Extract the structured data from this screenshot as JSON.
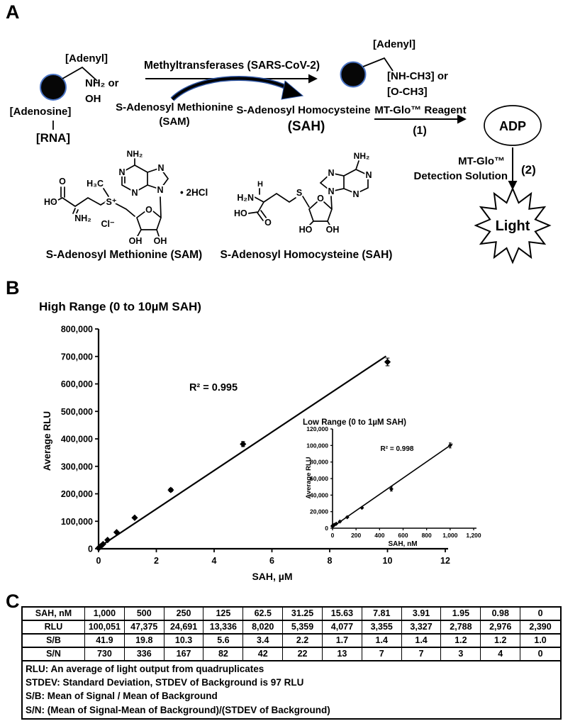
{
  "panels": {
    "a": "A",
    "b": "B",
    "c": "C"
  },
  "panelA": {
    "substrate": {
      "adenyl": "[Adenyl]",
      "nh2_or": "NH₂ or",
      "oh": "OH",
      "adenosine": "[Adenosine]",
      "pipe": "|",
      "rna": "[RNA]"
    },
    "reaction": {
      "enzyme_label": "Methyltransferases (SARS-CoV-2)",
      "sam_line1": "S-Adenosyl Methionine",
      "sam_line2": "(SAM)",
      "sah_line1": "S-Adenosyl Homocysteine",
      "sah_line2": "(SAH)"
    },
    "product": {
      "adenyl": "[Adenyl]",
      "nhch3_or": "[NH-CH3] or",
      "och3": "[O-CH3]"
    },
    "glo": {
      "reagent": "MT-Glo™ Reagent",
      "step1": "(1)",
      "adp": "ADP",
      "detection_line1": "MT-Glo™",
      "detection_line2": "Detection Solution",
      "step2": "(2)",
      "light": "Light"
    },
    "chem": {
      "N": "N",
      "NH2": "NH₂",
      "H2N": "H₂N",
      "H3C": "H₃C",
      "S_plus": "S⁺",
      "S": "S",
      "O": "O",
      "OH": "OH",
      "HO": "HO",
      "Cl": "Cl⁻",
      "H": "H",
      "hcl": "• 2HCl"
    },
    "captions": {
      "sam": "S-Adenosyl Methionine (SAM)",
      "sah": "S-Adenosyl Homocysteine (SAH)"
    }
  },
  "chart_data": [
    {
      "type": "scatter",
      "title": "High Range (0 to 10µM SAH)",
      "xlabel": "SAH, µM",
      "ylabel": "Average RLU",
      "xlim": [
        0,
        12
      ],
      "xtick_step": 2,
      "ylim": [
        0,
        800000
      ],
      "ytick_step": 100000,
      "annotation": "R² = 0.995",
      "grid": false,
      "points": [
        [
          0,
          2400
        ],
        [
          0.0098,
          3000
        ],
        [
          0.0195,
          4200
        ],
        [
          0.039,
          6000
        ],
        [
          0.078,
          9500
        ],
        [
          0.156,
          17000
        ],
        [
          0.3125,
          32000
        ],
        [
          0.625,
          60000
        ],
        [
          1.25,
          113000
        ],
        [
          2.5,
          214000,
          6000
        ],
        [
          5,
          381000,
          9000
        ],
        [
          10,
          680000,
          14000
        ]
      ],
      "trendline": {
        "x": [
          0,
          9.95
        ],
        "y": [
          5000,
          701000
        ]
      }
    },
    {
      "type": "scatter",
      "title": "Low Range (0 to 1µM SAH)",
      "xlabel": "SAH, nM",
      "ylabel": "Average RLU",
      "xlim": [
        0,
        1200
      ],
      "xtick_step": 200,
      "ylim": [
        0,
        120000
      ],
      "ytick_step": 20000,
      "annotation": "R² = 0.998",
      "grid": false,
      "points": [
        [
          0,
          2390
        ],
        [
          0.98,
          2976
        ],
        [
          1.95,
          2788
        ],
        [
          3.91,
          3327
        ],
        [
          7.81,
          3355
        ],
        [
          15.63,
          4077
        ],
        [
          31.25,
          5359
        ],
        [
          62.5,
          8020
        ],
        [
          125,
          13336
        ],
        [
          250,
          24691
        ],
        [
          500,
          47375,
          2500
        ],
        [
          1000,
          100051,
          3000
        ]
      ],
      "trendline": {
        "x": [
          0,
          1020
        ],
        "y": [
          1500,
          102000
        ]
      }
    }
  ],
  "panelC": {
    "table": {
      "rows": [
        {
          "label": "SAH, nM",
          "values": [
            "1,000",
            "500",
            "250",
            "125",
            "62.5",
            "31.25",
            "15.63",
            "7.81",
            "3.91",
            "1.95",
            "0.98",
            "0"
          ]
        },
        {
          "label": "RLU",
          "values": [
            "100,051",
            "47,375",
            "24,691",
            "13,336",
            "8,020",
            "5,359",
            "4,077",
            "3,355",
            "3,327",
            "2,788",
            "2,976",
            "2,390"
          ]
        },
        {
          "label": "S/B",
          "values": [
            "41.9",
            "19.8",
            "10.3",
            "5.6",
            "3.4",
            "2.2",
            "1.7",
            "1.4",
            "1.4",
            "1.2",
            "1.2",
            "1.0"
          ]
        },
        {
          "label": "S/N",
          "values": [
            "730",
            "336",
            "167",
            "82",
            "42",
            "22",
            "13",
            "7",
            "7",
            "3",
            "4",
            "0"
          ]
        }
      ]
    },
    "notes": [
      "RLU: An average of light output from quadruplicates",
      "STDEV: Standard Deviation, STDEV of Background is 97 RLU",
      "S/B: Mean of Signal / Mean of Background",
      "S/N: (Mean of Signal-Mean of Background)/(STDEV of Background)"
    ]
  }
}
